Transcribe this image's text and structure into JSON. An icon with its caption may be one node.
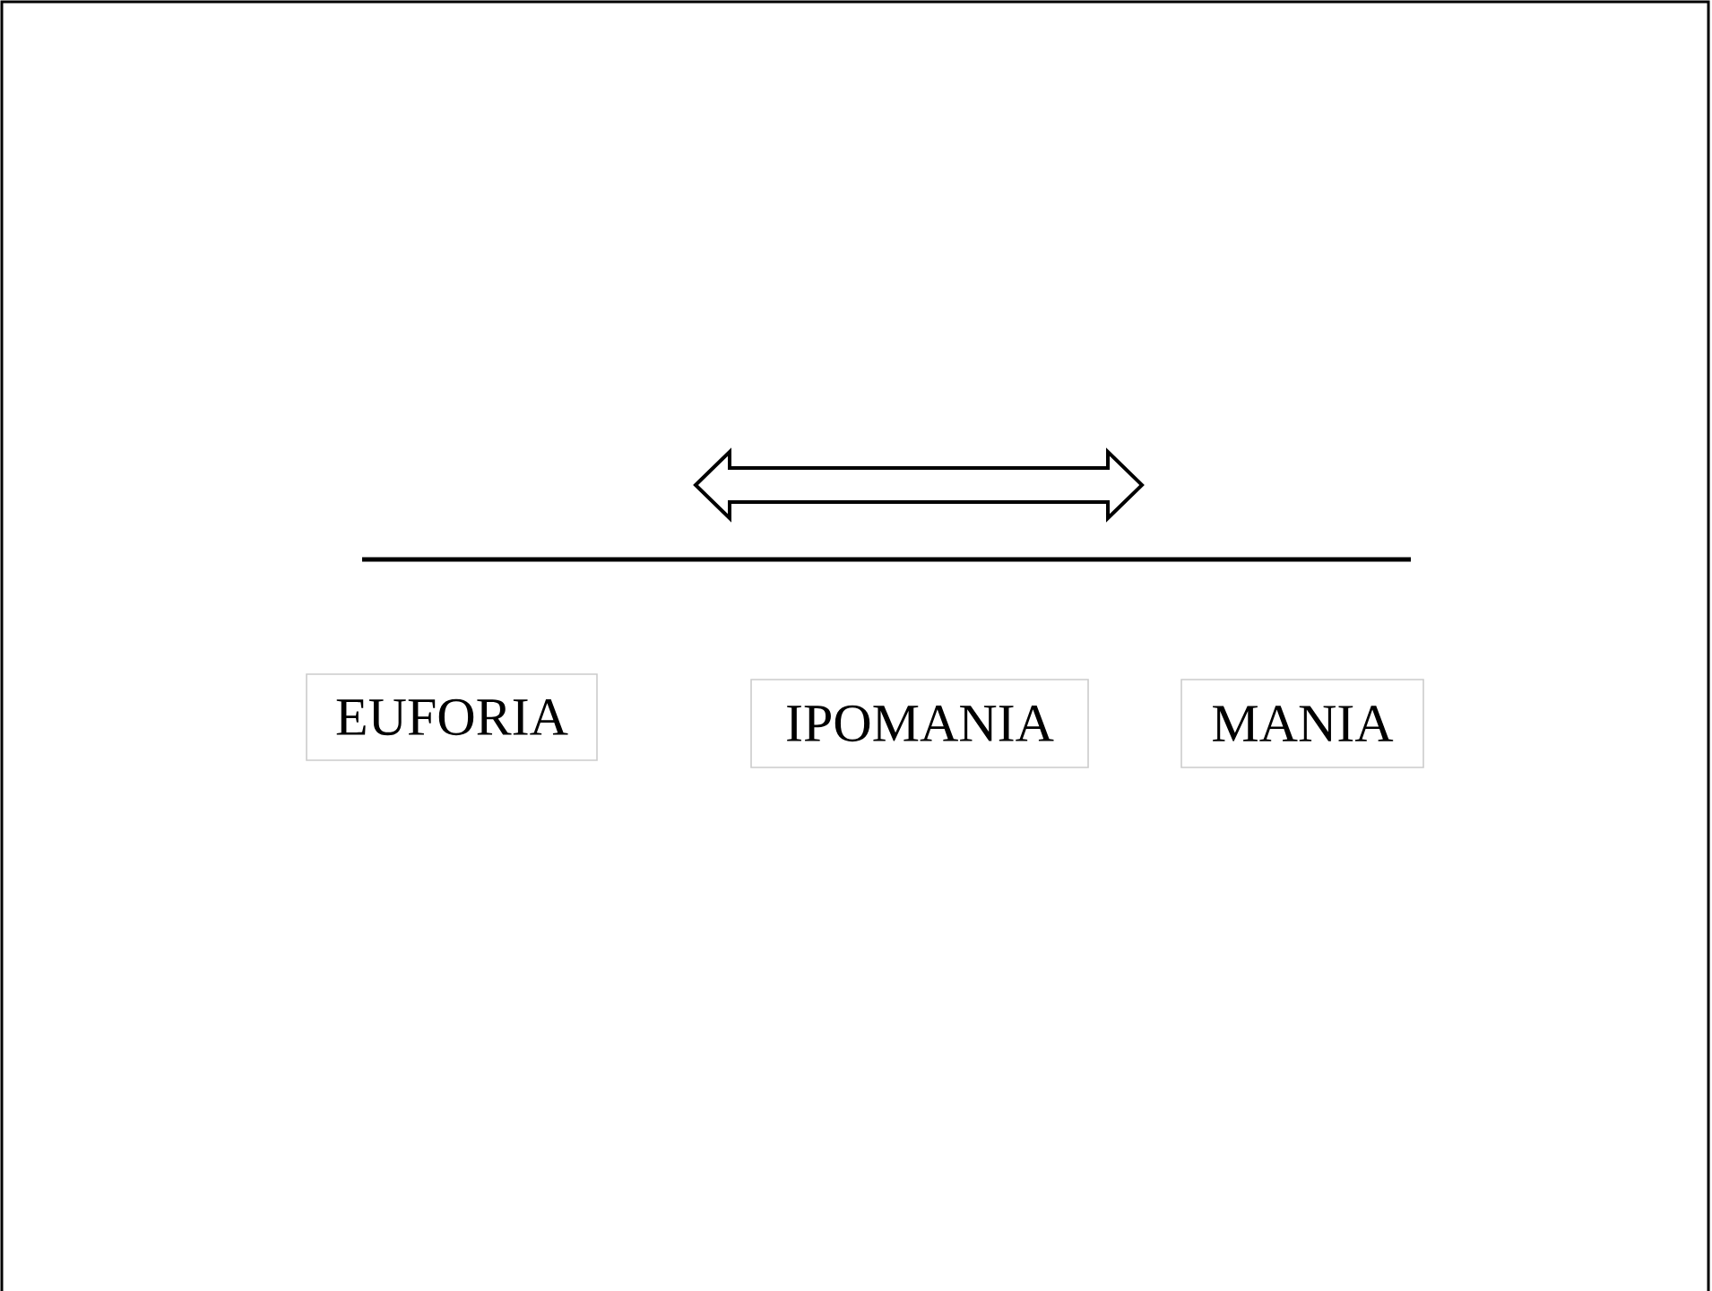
{
  "diagram": {
    "nodes": [
      {
        "text": [
          "EUFORIA"
        ]
      },
      {
        "text": [
          "IPOMANIA"
        ]
      },
      {
        "text": [
          "MANIA"
        ]
      }
    ]
  }
}
